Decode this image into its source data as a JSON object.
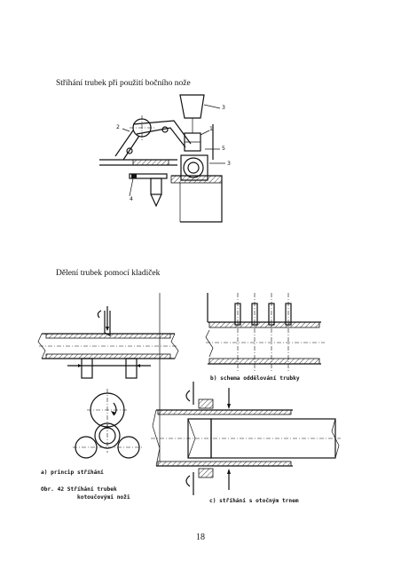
{
  "section1": {
    "caption": "Stříhání trubek při použití bočního nože"
  },
  "fig1": {
    "labels": [
      "1",
      "2",
      "3",
      "3",
      "4",
      "5"
    ]
  },
  "section2": {
    "caption": "Dělení trubek pomocí kladiček"
  },
  "fig2": {
    "label_b": "b) schema oddělování trubky",
    "label_a": "a) princip stříhání",
    "label_obr": "Obr. 42   Stříhání trubek",
    "label_obr2": "kotoučovými noži",
    "label_c": "c) stříhání s otočným trnem"
  },
  "page_number": "18"
}
